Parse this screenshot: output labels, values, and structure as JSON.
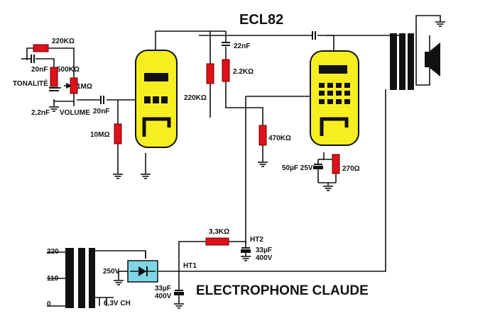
{
  "title": "ECL82",
  "footer_title": "ELECTROPHONE CLAUDE",
  "colors": {
    "wire": "#111111",
    "resistor": "#e0101a",
    "tube_fill": "#f7ee22",
    "tube_outline": "#111111",
    "rectifier_fill": "#7fd6e6",
    "transformer_core": "#111111",
    "background": "#ffffff"
  },
  "components": {
    "r_220k_top": "220KΩ",
    "c_20nF_tone": "20nF",
    "r_500k": "500KΩ",
    "tone_label": "TONALITÉ",
    "pot_1m": "1MΩ",
    "c_2_2nF": "2,2nF",
    "volume_label": "VOLUME",
    "c_20nF_input": "20nF",
    "r_10m": "10MΩ",
    "c_22nF": "22nF",
    "r_2_2k": "2.2KΩ",
    "r_220k_plate": "220KΩ",
    "r_470k": "470KΩ",
    "c_50uF": "50µF 25V",
    "r_270": "270Ω",
    "r_3_3k": "3,3KΩ",
    "ht2": "HT2",
    "c_33uF_ht2": "33µF",
    "c_33uF_ht2_v": "400V",
    "ht1": "HT1",
    "c_33uF_ht1": "33µF",
    "c_33uF_ht1_v": "400V",
    "v250": "250V",
    "tap_220": "220",
    "tap_110": "110",
    "tap_0": "0",
    "heater_63": "6,3V CH"
  }
}
